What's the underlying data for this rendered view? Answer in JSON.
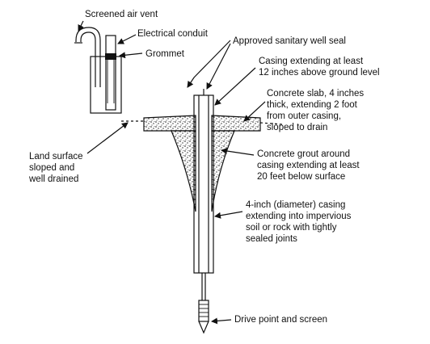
{
  "labels": {
    "screened_air_vent": "Screened air vent",
    "electrical_conduit": "Electrical conduit",
    "grommet": "Grommet",
    "sanitary_seal": "Approved sanitary well seal",
    "casing_above_1": "Casing extending at least",
    "casing_above_2": "12 inches above ground level",
    "slab_1": "Concrete slab, 4 inches",
    "slab_2": "thick, extending 2 foot",
    "slab_3": "from outer casing,",
    "slab_4": "sloped to drain",
    "land_1": "Land surface",
    "land_2": "sloped and",
    "land_3": "well drained",
    "grout_1": "Concrete grout around",
    "grout_2": "casing extending at least",
    "grout_3": "20 feet below surface",
    "casing_1": "4-inch (diameter) casing",
    "casing_2": "extending into impervious",
    "casing_3": "soil or rock with tightly",
    "casing_4": "sealed joints",
    "drive_point": "Drive point and screen"
  }
}
